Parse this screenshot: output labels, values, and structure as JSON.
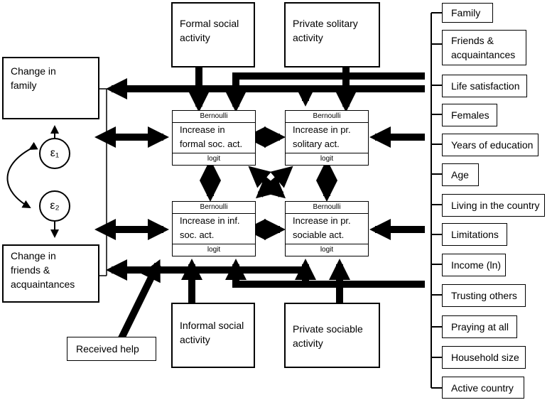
{
  "outcomes": {
    "family": "Change in\nfamily",
    "friends": "Change in\nfriends &\nacquaintances"
  },
  "errors": {
    "e1": "ε₁",
    "e2": "ε₂"
  },
  "activities": {
    "formal": "Formal social\nactivity",
    "solitary": "Private solitary\nactivity",
    "informal": "Informal social\nactivity",
    "sociable": "Private sociable\nactivity"
  },
  "models": {
    "top_tag": "Bernoulli",
    "bottom_tag": "logit",
    "formal": "Increase in\nformal soc. act.",
    "solitary": "Increase in pr.\nsolitary act.",
    "informal": "Increase in inf.\nsoc. act.",
    "sociable": "Increase in pr.\nsociable act."
  },
  "received_help": "Received help",
  "covariates": [
    "Family",
    "Friends &\nacquaintances",
    "Life satisfaction",
    "Females",
    "Years of education",
    "Age",
    "Living in the country",
    "Limitations",
    "Income (ln)",
    "Trusting others",
    "Praying at all",
    "Household size",
    "Active country"
  ]
}
